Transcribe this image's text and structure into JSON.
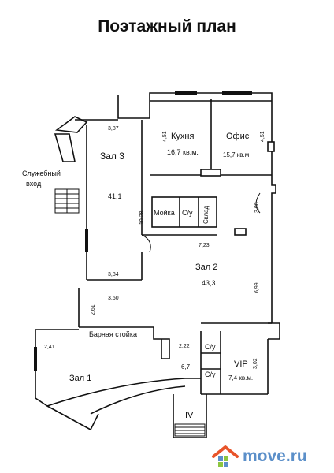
{
  "title": "Поэтажный план",
  "rooms": {
    "hall3": "Зал 3",
    "hall3_area": "41,1",
    "kitchen": "Кухня",
    "kitchen_area": "16,7 кв.м.",
    "office": "Офис",
    "office_area": "15,7 кв.м.",
    "service_entrance_1": "Служебный",
    "service_entrance_2": "вход",
    "sink": "Мойка",
    "wc": "С/у",
    "storage": "Склад",
    "hall2": "Зал 2",
    "hall2_area": "43,3",
    "bar": "Барная стойка",
    "hall1": "Зал 1",
    "vip": "VIP",
    "vip_area": "7,4 кв.м.",
    "stair": "IV",
    "corridor_area": "6,7"
  },
  "dimensions": {
    "d387": "3,87",
    "d451_left": "4,51",
    "d451_right": "4,51",
    "d1028": "10,28",
    "d308": "3,08",
    "d723": "7,23",
    "d384": "3,84",
    "d699": "6,99",
    "d350": "3,50",
    "d261": "2,61",
    "d241": "2,41",
    "d222": "2,22",
    "d302": "3,02"
  },
  "watermark": {
    "text": "move.ru",
    "color": "#5b8fc9",
    "icon": "house-icon",
    "icon_colors": [
      "#e8542a",
      "#5b8fc9",
      "#8dc63f"
    ]
  }
}
